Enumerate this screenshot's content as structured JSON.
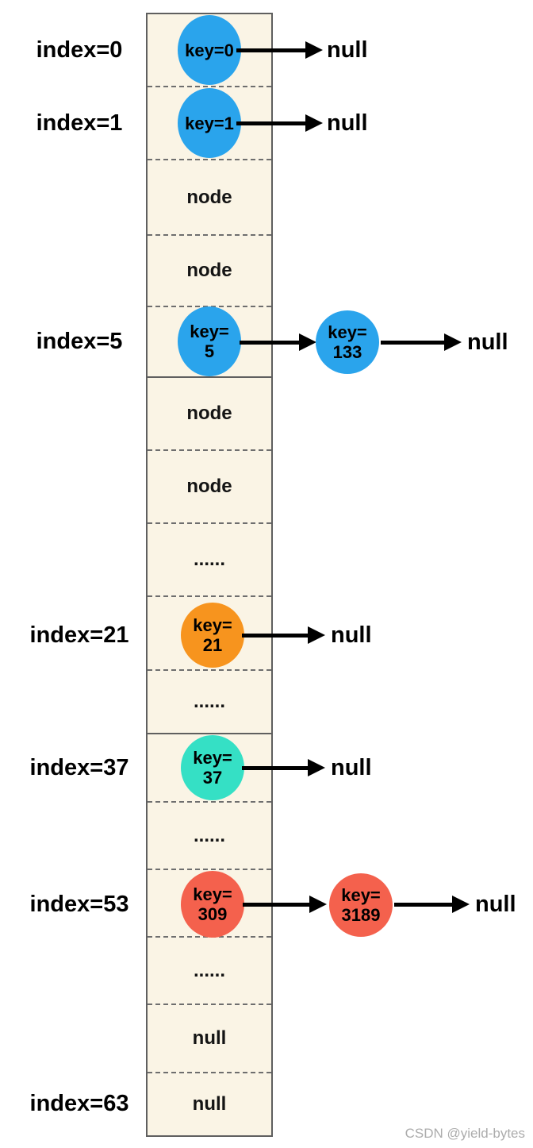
{
  "diagram_type": "hashmap-bucket-array",
  "colors": {
    "cell_bg": "#faf4e5",
    "border_solid": "#5f5f5f",
    "border_dashed": "#6e6e6e",
    "node_blue": "#2aa4ec",
    "node_orange": "#f7941e",
    "node_teal": "#35e0c5",
    "node_red": "#f4614d",
    "arrow": "#000000",
    "watermark": "#acacac"
  },
  "array": {
    "cells": [
      {
        "text": ""
      },
      {
        "text": ""
      },
      {
        "text": "node"
      },
      {
        "text": "node"
      },
      {
        "text": ""
      },
      {
        "text": "node"
      },
      {
        "text": "node"
      },
      {
        "text": "......"
      },
      {
        "text": ""
      },
      {
        "text": "......"
      },
      {
        "text": ""
      },
      {
        "text": "......"
      },
      {
        "text": ""
      },
      {
        "text": "......"
      },
      {
        "text": "null"
      },
      {
        "text": "null"
      }
    ]
  },
  "rows": [
    {
      "label": "index=0",
      "node1": {
        "l1": "key=0"
      },
      "null": "null"
    },
    {
      "label": "index=1",
      "node1": {
        "l1": "key=1"
      },
      "null": "null"
    },
    {
      "label": "index=5",
      "node1": {
        "l1": "key=",
        "l2": "5"
      },
      "node2": {
        "l1": "key=",
        "l2": "133"
      },
      "null": "null"
    },
    {
      "label": "index=21",
      "node1": {
        "l1": "key=",
        "l2": "21"
      },
      "null": "null"
    },
    {
      "label": "index=37",
      "node1": {
        "l1": "key=",
        "l2": "37"
      },
      "null": "null"
    },
    {
      "label": "index=53",
      "node1": {
        "l1": "key=",
        "l2": "309"
      },
      "node2": {
        "l1": "key=",
        "l2": "3189"
      },
      "null": "null"
    },
    {
      "label": "index=63"
    }
  ],
  "watermark": "CSDN @yield-bytes"
}
